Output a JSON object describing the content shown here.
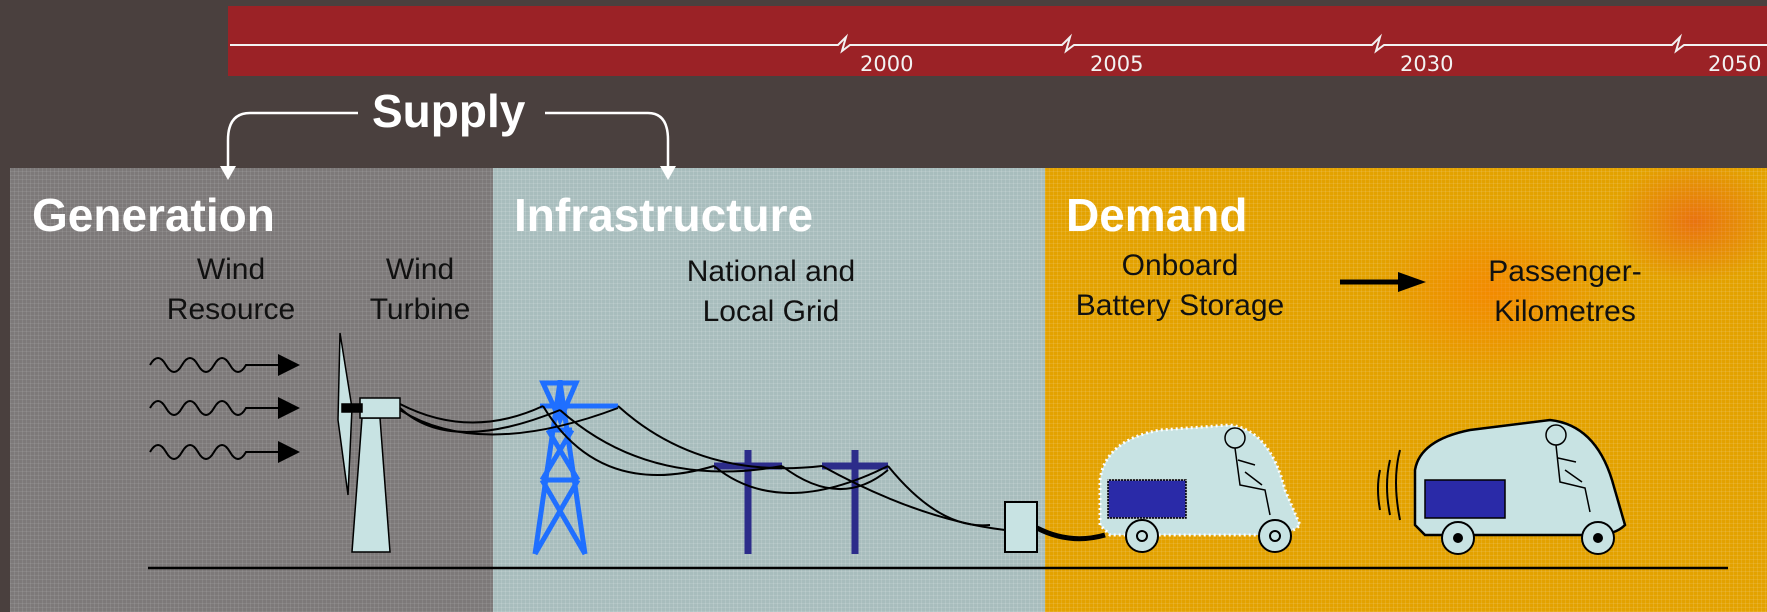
{
  "timeline": {
    "years": [
      "2000",
      "2005",
      "2030",
      "2050"
    ]
  },
  "supply": "Supply",
  "sections": {
    "generation": {
      "heading": "Generation",
      "labels": [
        {
          "line1": "Wind",
          "line2": "Resource"
        },
        {
          "line1": "Wind",
          "line2": "Turbine"
        }
      ]
    },
    "infrastructure": {
      "heading": "Infrastructure",
      "label": {
        "line1": "National and",
        "line2": "Local Grid"
      }
    },
    "demand": {
      "heading": "Demand",
      "labels": [
        {
          "line1": "Onboard",
          "line2": "Battery Storage"
        },
        {
          "line1": "Passenger-",
          "line2": "Kilometres"
        }
      ]
    }
  },
  "colors": {
    "timeline": "#9b2226",
    "generation": "#7d7979",
    "infrastructure": "#a8bdbd",
    "demand": "#e3a200",
    "pylon": "#1f6fff",
    "pole": "#2c2c8a",
    "battery": "#2a2aa8",
    "vehicle": "#c8e3e3"
  }
}
